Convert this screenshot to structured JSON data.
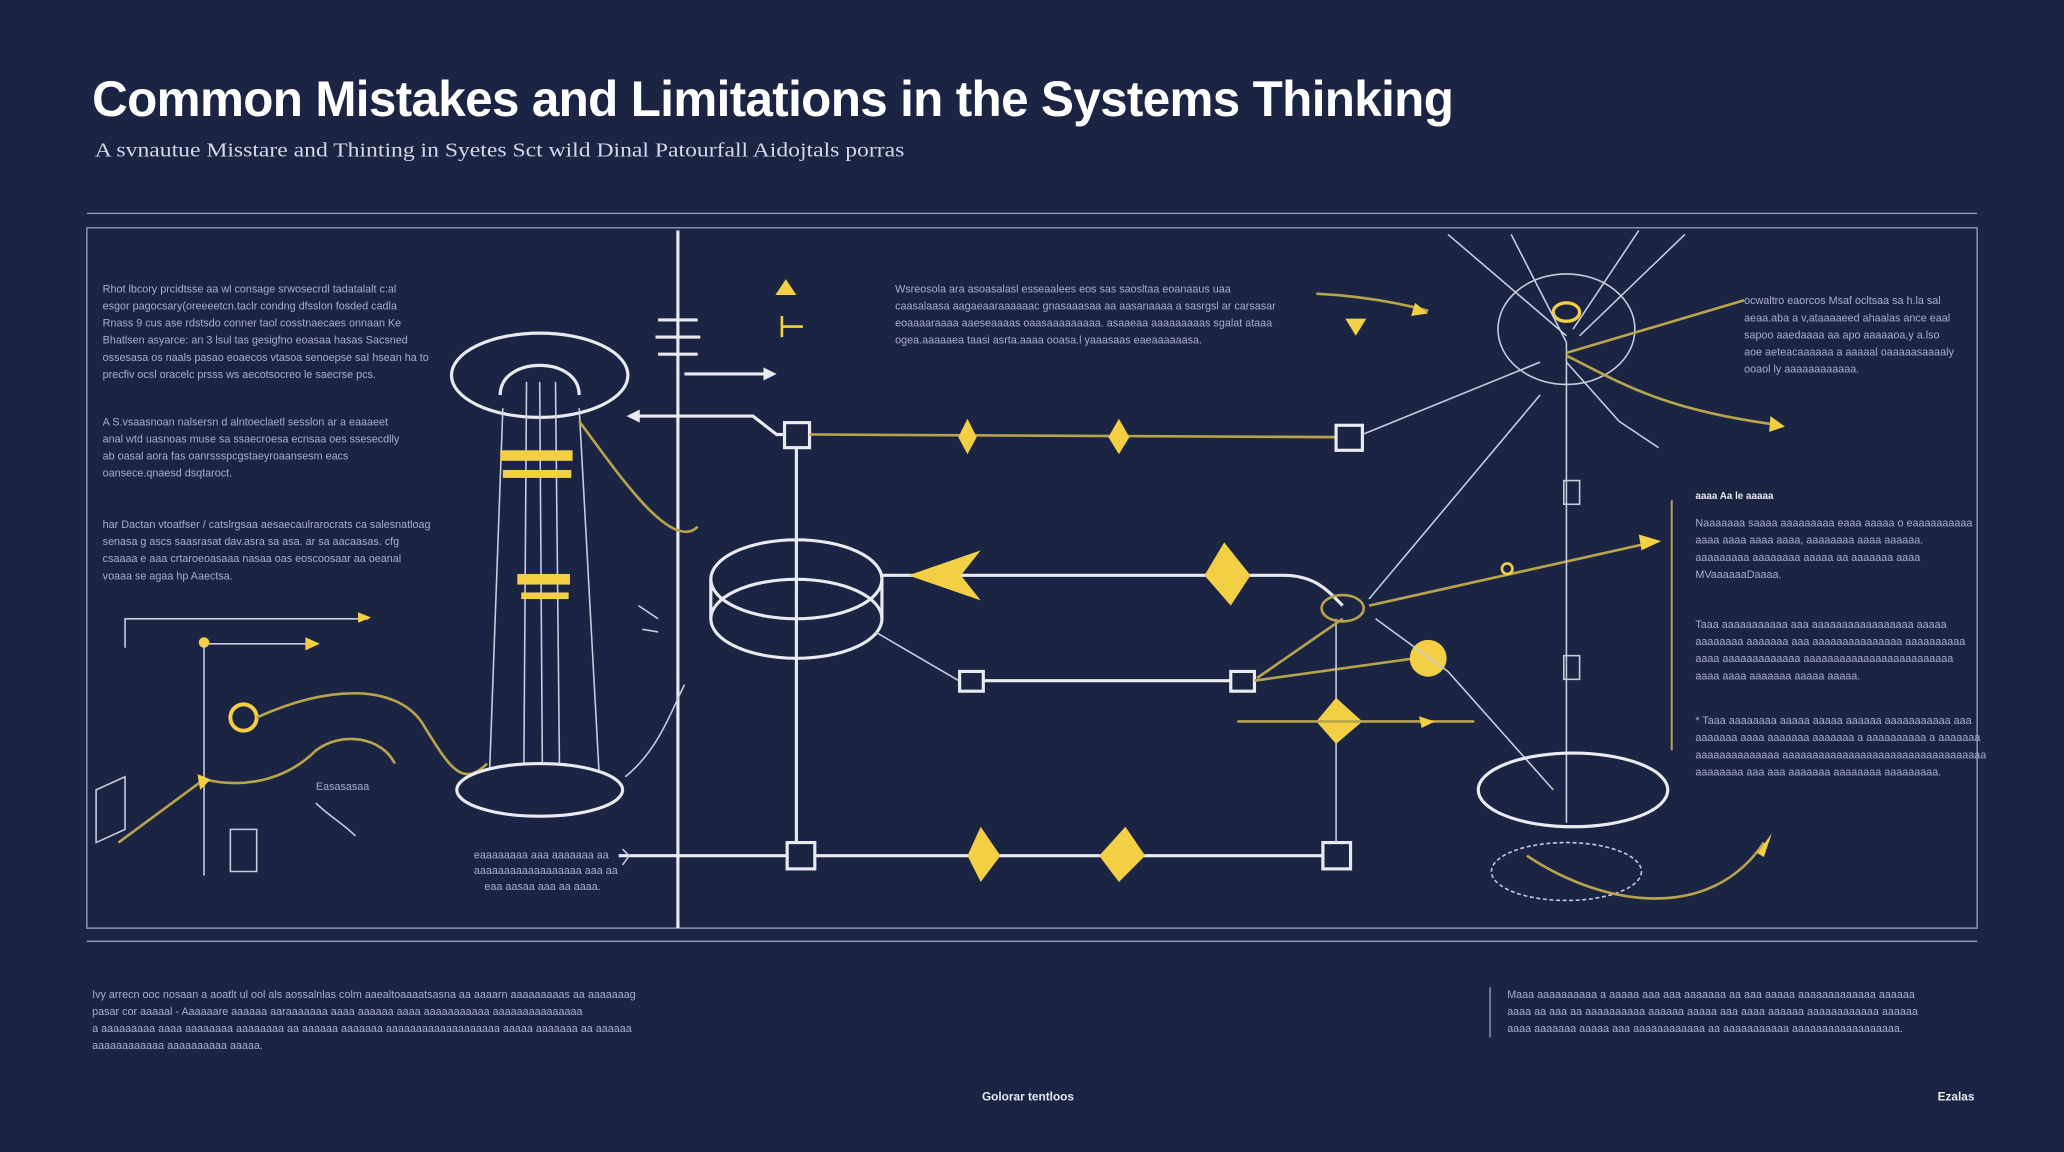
{
  "title": "Common Mistakes and Limitations in the Systems Thinking",
  "subtitle": "A svnautue Misstare and Thinting in Syetes Sct wild Dinal Patourfall Aidojtals porras",
  "left_column": {
    "block1": [
      "Rhot lbcory prcidtsse aa wl consage srwosecrdl tadatalalt c:al",
      "esgor pagocsary(oreeeetcn.taclr condng dfsslon fosded cadla",
      "Rnass 9 cus ase rdstsdo conner taol cosstnaecaes onnaan Ke",
      "Bhatlsen asyarce: an 3 lsul tas gesigfno eoasaa hasas Sacsned",
      "ossesasa os naals pasao eoaecos vtasoa senoepse saI hsean ha to",
      "precfiv ocsl oracelc prsss ws aecotsocreo le saecrse pcs."
    ],
    "block2": [
      "A S.vsaasnoan nalsersn d alntoeclaetl sesslon ar a eaaaeet",
      "anal wtd uasnoas muse sa ssaecroesa ecnsaa oes ssesecdlly",
      "ab oasal aora fas oanrssspcgstaeyroaansesm eacs",
      "oansece.qnaesd dsqtaroct."
    ],
    "block3": [
      "har Dactan vtoatfser / catslrgsaa aesaecaulrarocrats ca salesnatloag",
      "senasa g ascs saasrasat dav.asra sa asa. ar sa aacaasas. cfg",
      "csaaaa e aaa crtaroeoasaaa nasaa oas eoscoosaar aa oeanal",
      "voaaa se agaa hp Aaectsa."
    ]
  },
  "center_column": {
    "block1": [
      "Wsreosola ara asoasalasl esseaalees eos sas saosltaa eoanaaus uaa",
      "caasalaasa aagaeaaraaaaaac gnasaaasaa aa aasanaaaa a sasrgsl ar carsasar",
      "eoaaaaraaaa aaeseaaaas oaasaaaaaaaaa. asaaeaa aaaaaaaaas sgalat ataaa",
      "ogea.aaaaaea taasi asrta.aaaa ooasa.l yaaasaas eaeaaaaaasa."
    ],
    "caption": [
      "eaaaaaaaa aaa aaaaaaa aa",
      "aaaaaaaaaaaaaaaaaa aaa aa",
      "eaa aasaa aaa aa aaaa."
    ],
    "label": "Easasasaa"
  },
  "right_column": {
    "block1": [
      "ocwaltro eaorcos Msaf ocltsaa sa h.la sal",
      "aeaa.aba a v,ataaaaeed ahaalas ance eaal",
      "sapoo aaedaaaa aa apo aaaaaoa,y a.lso",
      "aoe aeteacaaaaaa a aaaaal oaaaaasaaaaly",
      "ooaol ly aaaaaaaaaaaa."
    ],
    "heading": "aaaa Aa le aaaaa",
    "block2": [
      "Naaaaaaa saaaa aaaaaaaaa eaaa aaaaa o eaaaaaaaaaa",
      "aaaa aaaa aaaa aaaa, aaaaaaaa aaaa aaaaaa.",
      "aaaaaaaaa aaaaaaaa aaaaa aa aaaaaaa aaaa",
      "MVaaaaaaDaaaa."
    ],
    "block3": [
      "Taaa aaaaaaaaaaa aaa aaaaaaaaaaaaaaaaa aaaaa",
      "aaaaaaaa aaaaaaa aaa aaaaaaaaaaaaaaa aaaaaaaaaa",
      "aaaa aaaaaaaaaaaaa aaaaaaaaaaaaaaaaaaaaaaaaa",
      "aaaa aaaa aaaaaaa aaaaa aaaaa."
    ],
    "block4": [
      "* Taaa aaaaaaaa aaaaa aaaaa aaaaaa aaaaaaaaaaa aaa",
      "aaaaaaa aaaa aaaaaaa aaaaaaa a aaaaaaaaaa a aaaaaaa",
      "aaaaaaaaaaaaaa aaaaaaaaaaaaaaaaaaaaaaaaaaaaaaaaaa",
      "aaaaaaaa aaa aaa aaaaaaa aaaaaaaa aaaaaaaaa."
    ]
  },
  "footer": {
    "left": [
      "Ivy arrecn ooc nosaan a aoatlt ul ool als aossalnlas colm aaealtoaaaatsasna aa aaaarn aaaaaaaaas aa aaaaaaag",
      "pasar cor aaaaal - Aaaaaare aaaaaa aaraaaaaaa aaaa aaaaaa aaaa aaaaaaaaaaa aaaaaaaaaaaaaaa",
      "a aaaaaaaaa aaaa aaaaaaaa aaaaaaaa aa aaaaaa aaaaaaa aaaaaaaaaaaaaaaaaaa aaaaa aaaaaaa aa aaaaaa",
      "aaaaaaaaaaaa aaaaaaaaaa aaaaa."
    ],
    "right": [
      "Maaa aaaaaaaaaa a aaaaa aaa aaa aaaaaaa aa aaa aaaaa aaaaaaaaaaaaa aaaaaa",
      "aaaa aa aaa aa aaaaaaaaaa aaaaaa aaaaa aaa aaaa aaaaaa aaaaaaaaaaaa aaaaaa",
      "aaaa aaaaaaa aaaaa aaa aaaaaaaaaaaa aa aaaaaaaaaaa aaaaaaaaaaaaaaaaaa."
    ],
    "center_label": "Golorar tentloos",
    "right_label": "Ezalas"
  },
  "colors": {
    "background": "#1c2443",
    "accent": "#f2cf45",
    "line": "#e9eaf2"
  }
}
